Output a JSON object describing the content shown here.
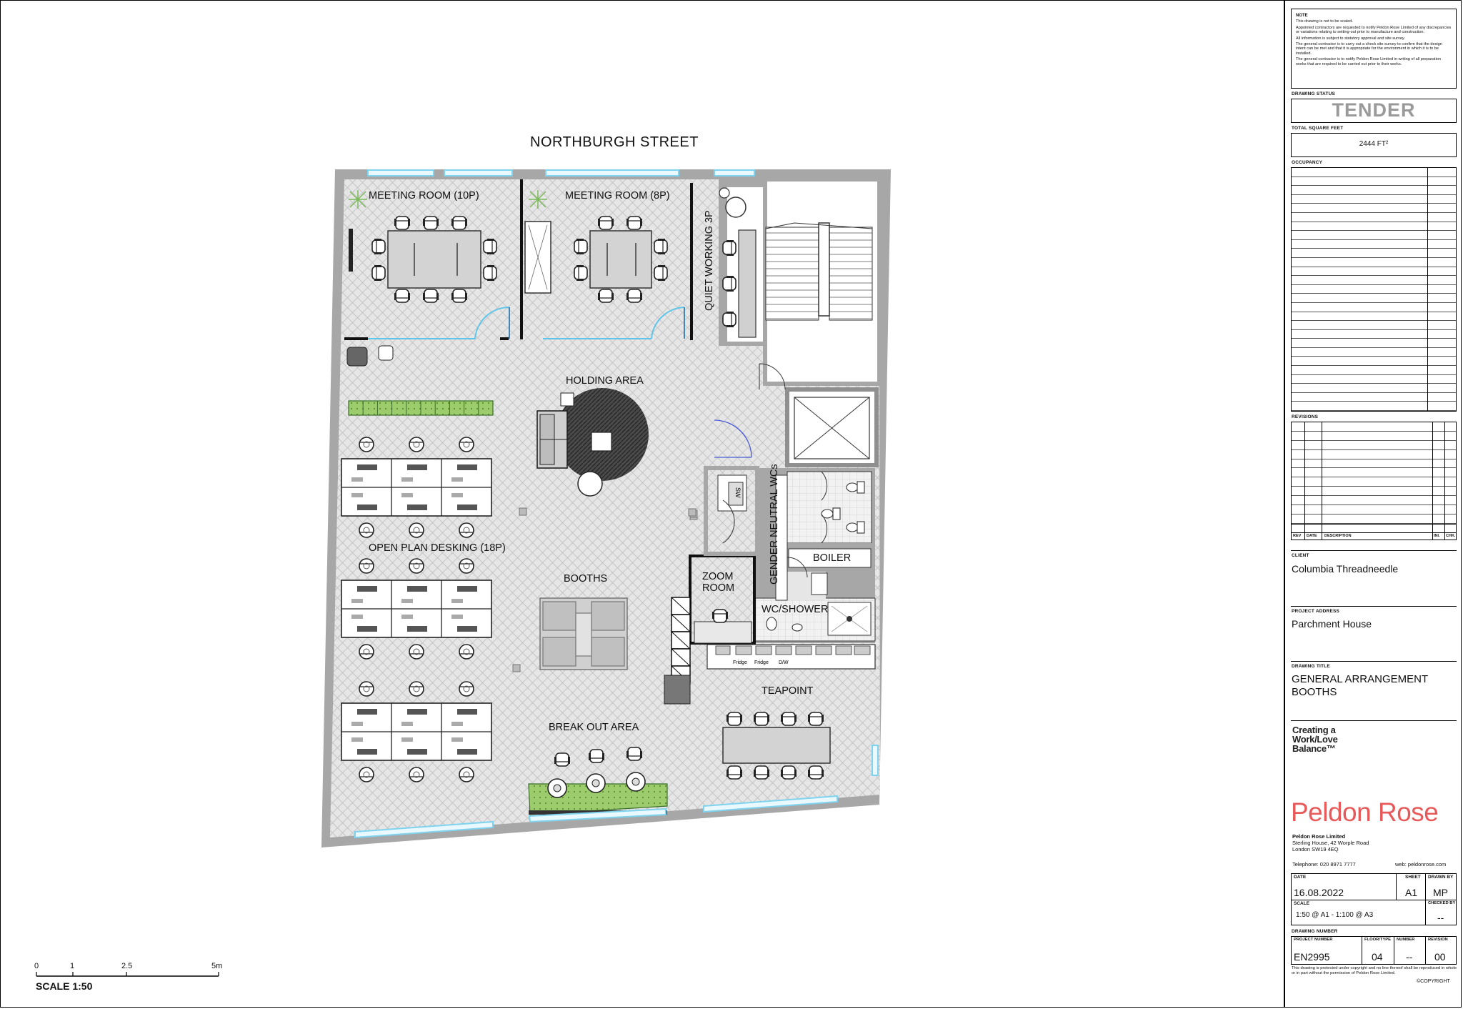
{
  "street": "NORTHBURGH STREET",
  "rooms": {
    "meeting_10p": "MEETING ROOM (10P)",
    "meeting_8p": "MEETING ROOM (8P)",
    "quiet": "QUIET WORKING 3P",
    "holding": "HOLDING AREA",
    "open_plan": "OPEN PLAN DESKING (18P)",
    "booths": "BOOTHS",
    "zoom": "ZOOM",
    "zoom2": "ROOM",
    "wcs": "GENDER NEUTRAL WCs",
    "boiler": "BOILER",
    "wc_shower": "WC/SHOWER",
    "teapoint": "TEAPOINT",
    "breakout": "BREAK OUT AREA",
    "fridge1": "Fridge",
    "fridge2": "Fridge",
    "dw": "D/W",
    "sw": "SW"
  },
  "scale_bar": {
    "ticks": [
      "0",
      "1",
      "2.5",
      "5m"
    ],
    "label": "SCALE 1:50"
  },
  "title_block": {
    "note_heading": "NOTE",
    "notes": [
      "This drawing is not to be scaled.",
      "Appointed contractors are requested to notify Peldon Rose Limited of any discrepancies or variations relating to setting-out prior to manufacture and construction.",
      "All information is subject to statutory approval and site survey.",
      "The general contractor is to carry out a check site survey to confirm that the design intent can be met and that it is appropriate for the environment in which it is to be installed.",
      "The general contractor is to notify Peldon Rose Limited in writing of all preparation works that are required to be carried out prior to their works."
    ],
    "drawing_status_h": "DRAWING STATUS",
    "drawing_status": "TENDER",
    "sqft_h": "TOTAL SQUARE FEET",
    "sqft": "2444 FT²",
    "occupancy_h": "OCCUPANCY",
    "revisions_h": "REVISIONS",
    "rev_cols": [
      "REV",
      "DATE",
      "DESCRIPTION",
      "INI.",
      "CHK."
    ],
    "client_h": "CLIENT",
    "client": "Columbia Threadneedle",
    "address_h": "PROJECT ADDRESS",
    "address": "Parchment House",
    "title_h": "DRAWING TITLE",
    "title_1": "GENERAL ARRANGEMENT",
    "title_2": "BOOTHS",
    "tagline_1": "Creating a",
    "tagline_2": "Work/Love",
    "tagline_3": "Balance™",
    "brand": "Peldon Rose",
    "company": "Peldon Rose Limited",
    "addr_1": "Sterling House, 42 Worple Road",
    "addr_2": "London  SW19 4EQ",
    "telephone": "Telephone: 020 8971 7777",
    "web": "web: peldonrose.com",
    "date_h": "DATE",
    "date": "16.08.2022",
    "sheet_h": "SHEET",
    "sheet": "A1",
    "drawn_h": "DRAWN BY",
    "drawn": "MP",
    "scale_h": "SCALE",
    "scale": "1:50 @ A1  - 1:100 @ A3",
    "checked_h": "CHECKED BY",
    "checked": "--",
    "dnum_h": "DRAWING NUMBER",
    "proj_h": "PROJECT NUMBER",
    "proj": "EN2995",
    "floor_h": "FLOOR/TYPE",
    "floor": "04",
    "number_h": "NUMBER",
    "number": "--",
    "revision_h": "REVISION",
    "revision": "00",
    "copyright_note": "This drawing is protected under copyright and no line thereof shall be reproduced in whole or in part without the permission of Peldon Rose Limited.",
    "copyright": "©COPYRIGHT"
  },
  "colors": {
    "wall": "#a7a7a7",
    "floor": "#e3e3e3",
    "glazing": "#7fd3ee",
    "planter": "#9ccc6c",
    "rug": "#444444",
    "brand": "#e85a5a",
    "tender": "#9a9a9a"
  }
}
